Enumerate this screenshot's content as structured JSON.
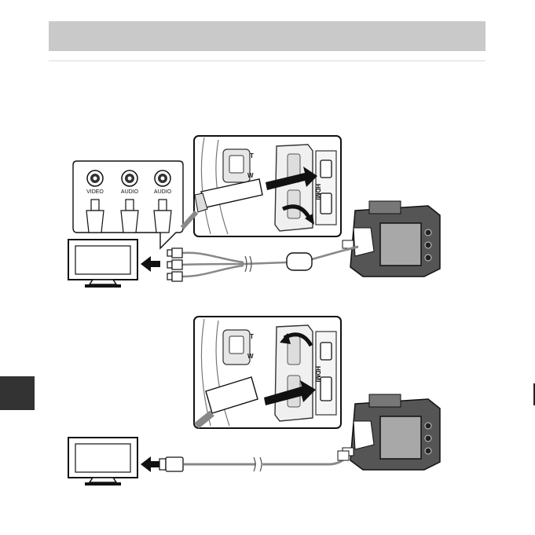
{
  "jacks": [
    {
      "label": "VIDEO"
    },
    {
      "label": "AUDIO"
    },
    {
      "label": "AUDIO"
    }
  ],
  "camera_markings": {
    "zoom_tele": "T",
    "zoom_wide": "W",
    "hdmi_port_label": "HDMI"
  },
  "colors": {
    "header_bar": "#c9c9c9",
    "side_tab": "#333333",
    "cable": "#8a8a8a",
    "arrow": "#111111"
  },
  "icons": [
    "tv-icon",
    "camera-icon",
    "rca-plug-icon",
    "hdmi-plug-icon",
    "arrow-icon"
  ]
}
